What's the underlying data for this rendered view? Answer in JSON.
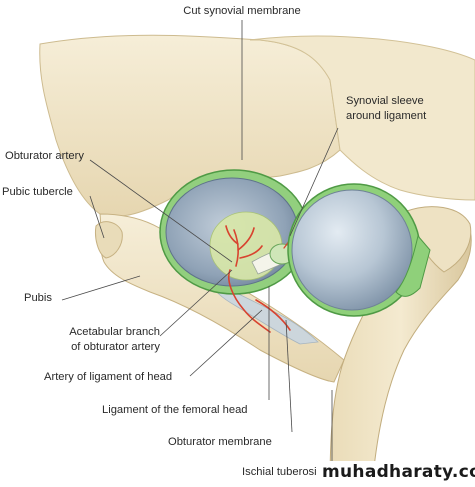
{
  "figure": {
    "background": "#ffffff",
    "bone_color": "#efe3c6",
    "membrane_color": "#8fd07a",
    "artery_color": "#d8432f",
    "socket_color": "#98a9bd",
    "head_color": "#b9c8d6"
  },
  "labels": {
    "cut_synovial_membrane": "Cut synovial membrane",
    "synovial_sleeve_line1": "Synovial sleeve",
    "synovial_sleeve_line2": "around ligament",
    "obturator_artery": "Obturator artery",
    "pubic_tubercle": "Pubic tubercle",
    "pubis": "Pubis",
    "acetabular_branch_line1": "Acetabular branch",
    "acetabular_branch_line2": "of obturator artery",
    "artery_of_ligament_of_head": "Artery of ligament of head",
    "ligament_of_femoral_head": "Ligament of the femoral head",
    "obturator_membrane": "Obturator membrane",
    "ischial_tuberosity": "Ischial tuberosi"
  },
  "watermark": {
    "text": "muhadharaty.com"
  }
}
